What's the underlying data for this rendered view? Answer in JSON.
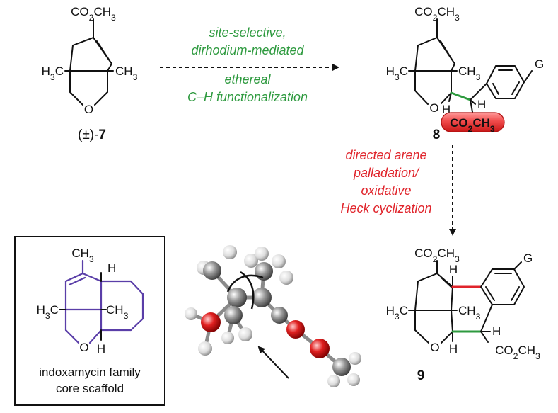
{
  "compound7": {
    "ester": "CO2CH3",
    "methyl_left": "H3C",
    "methyl_right": "CH3",
    "oxygen": "O",
    "label_prefix": "(±)-",
    "label_number": "7"
  },
  "arrow1": {
    "line1": "site-selective,",
    "line2": "dirhodium-mediated",
    "line3": "ethereal",
    "line4": "C–H functionalization"
  },
  "compound8": {
    "ester": "CO2CH3",
    "methyl_left": "H3C",
    "methyl_right": "CH3",
    "oxygen": "O",
    "h_ring": "H",
    "h_benzylic": "H",
    "ester_highlight": "CO2CH3",
    "substituent": "G",
    "label": "8"
  },
  "arrow2": {
    "line1": "directed arene",
    "line2": "palladation/",
    "line3": "oxidative",
    "line4": "Heck cyclization"
  },
  "compound9": {
    "ester_top": "CO2CH3",
    "h_top": "H",
    "substituent": "G",
    "methyl_left": "H3C",
    "methyl_right": "CH3",
    "oxygen": "O",
    "h_bottom": "H",
    "h_right": "H",
    "ester_bottom": "CO2CH3",
    "label": "9"
  },
  "indoxamycin": {
    "methyl_top": "CH3",
    "h_top": "H",
    "methyl_left": "H3C",
    "methyl_right": "CH3",
    "oxygen": "O",
    "h_bottom": "H",
    "caption_line1": "indoxamycin family",
    "caption_line2": "core scaffold"
  },
  "colors": {
    "green": "#2e9a3f",
    "red": "#e0242b",
    "purple": "#5a3ea8",
    "highlight_fill": "#f04a4a"
  }
}
